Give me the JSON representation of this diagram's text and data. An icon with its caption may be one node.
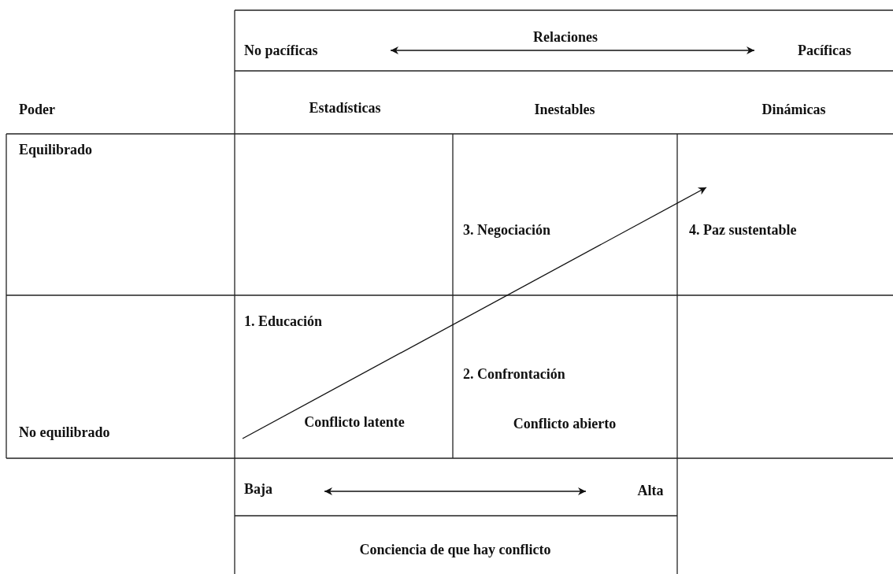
{
  "diagram": {
    "labels": [
      "Relaciones",
      "No pacíficas",
      "Pacíficas",
      "Poder",
      "Estadísticas",
      "Inestables",
      "Dinámicas",
      "Equilibrado",
      "3. Negociación",
      "4. Paz sustentable",
      "1. Educación",
      "2. Confrontación",
      "No equilibrado",
      "Conflicto latente",
      "Conflicto abierto",
      "Baja",
      "Alta",
      "Conciencia de que hay conflicto"
    ]
  }
}
